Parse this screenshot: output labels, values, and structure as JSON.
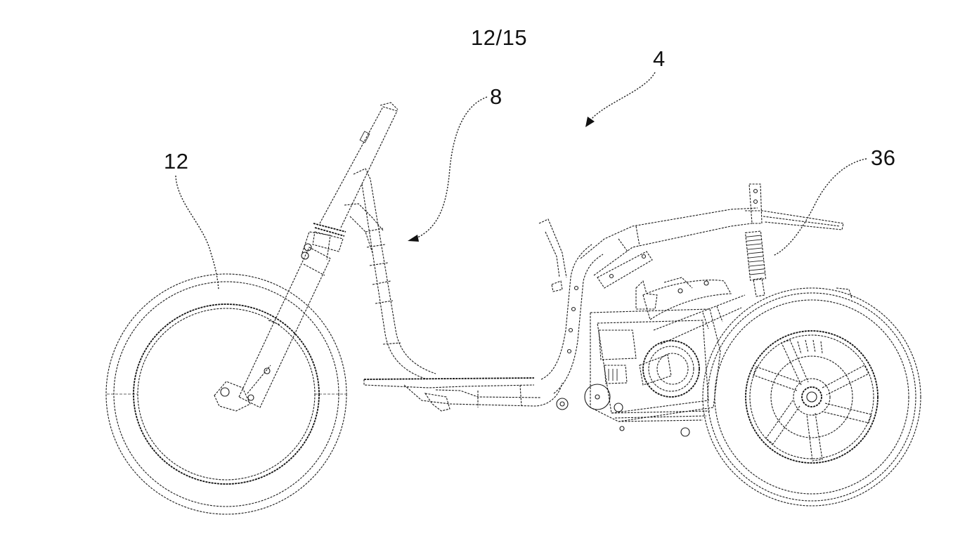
{
  "sheet": {
    "number": "12/15"
  },
  "references": {
    "vehicle": "4",
    "frame": "8",
    "front_wheel": "12",
    "rear_suspension": "36"
  },
  "colors": {
    "ink": "#111111",
    "paper": "#ffffff"
  }
}
